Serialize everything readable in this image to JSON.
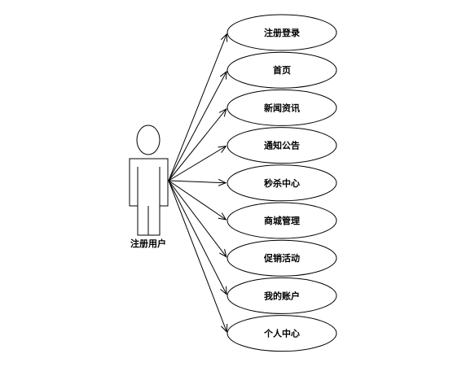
{
  "actor": {
    "label": "注册用户"
  },
  "use_cases": [
    {
      "label": "注册登录"
    },
    {
      "label": "首页"
    },
    {
      "label": "新闻资讯"
    },
    {
      "label": "通知公告"
    },
    {
      "label": "秒杀中心"
    },
    {
      "label": "商城管理"
    },
    {
      "label": "促销活动"
    },
    {
      "label": "我的账户"
    },
    {
      "label": "个人中心"
    }
  ]
}
